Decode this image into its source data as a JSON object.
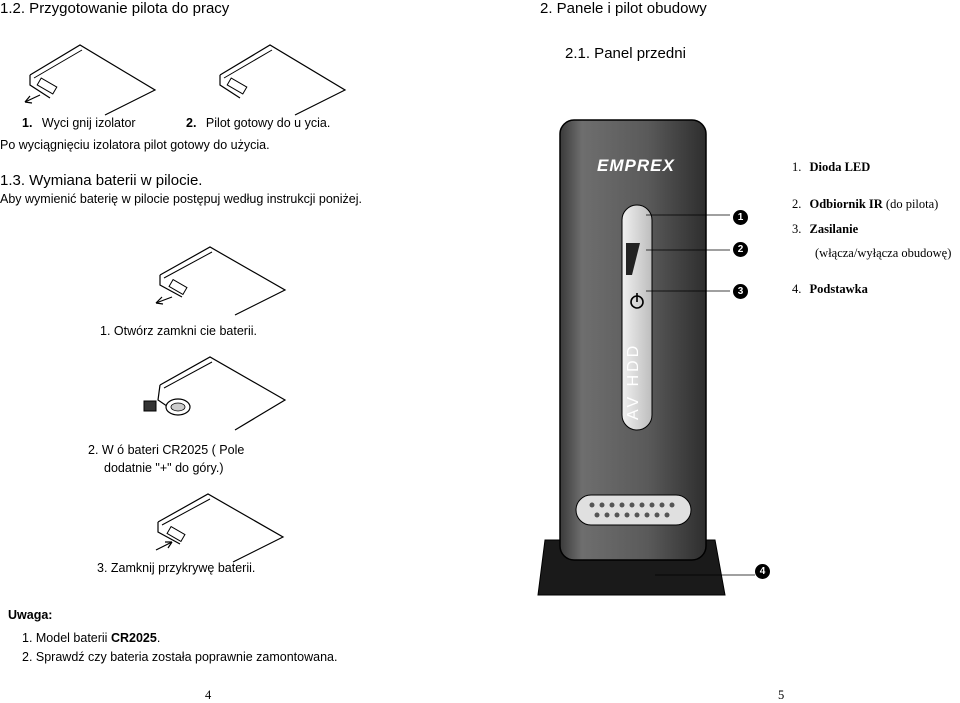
{
  "left": {
    "heading_1_2": "1.2.  Przygotowanie pilota do pracy",
    "step1_num": "1.",
    "step1_text": "Wyci  gnij izolator",
    "step2_num": "2.",
    "step2_text": "Pilot gotowy do u  ycia.",
    "after_removal": "Po wyciągnięciu izolatora pilot gotowy do użycia.",
    "heading_1_3": "1.3.  Wymiana baterii w pilocie.",
    "instruction": "Aby wymienić baterię w pilocie postępuj według instrukcji poniżej.",
    "b_step1": "1. Otwórz zamkni  cie baterii.",
    "b_step2_line1": "2. W  ó  bateri   CR2025 ( Pole",
    "b_step2_line2": "dodatnie \"+\" do góry.)",
    "b_step3": "3. Zamknij przykrywę baterii.",
    "note_title": "Uwaga:",
    "note1_prefix": "1. Model baterii ",
    "note1_bold": "CR2025",
    "note1_suffix": ".",
    "note2": "2. Sprawdź czy bateria została poprawnie zamontowana.",
    "page_number": "4"
  },
  "right": {
    "heading_2": "2.  Panele i pilot obudowy",
    "heading_2_1": "2.1.  Panel przedni",
    "brand": "EMPREX",
    "vertical_label": "AV HDD",
    "callouts": [
      "1",
      "2",
      "3",
      "4"
    ],
    "legend": {
      "item1_num": "1.",
      "item1": "Dioda LED",
      "item2_num": "2.",
      "item2": "Odbiornik IR",
      "item2_note": "(do pilota)",
      "item3_num": "3.",
      "item3": "Zasilanie",
      "item3_note": "(włącza/wyłącza obudowę)",
      "item4_num": "4.",
      "item4": "Podstawka"
    },
    "page_number": "5"
  },
  "colors": {
    "device_body": "#5a5a5a",
    "device_dark": "#2a2a2a",
    "stand": "#1a1a1a"
  }
}
